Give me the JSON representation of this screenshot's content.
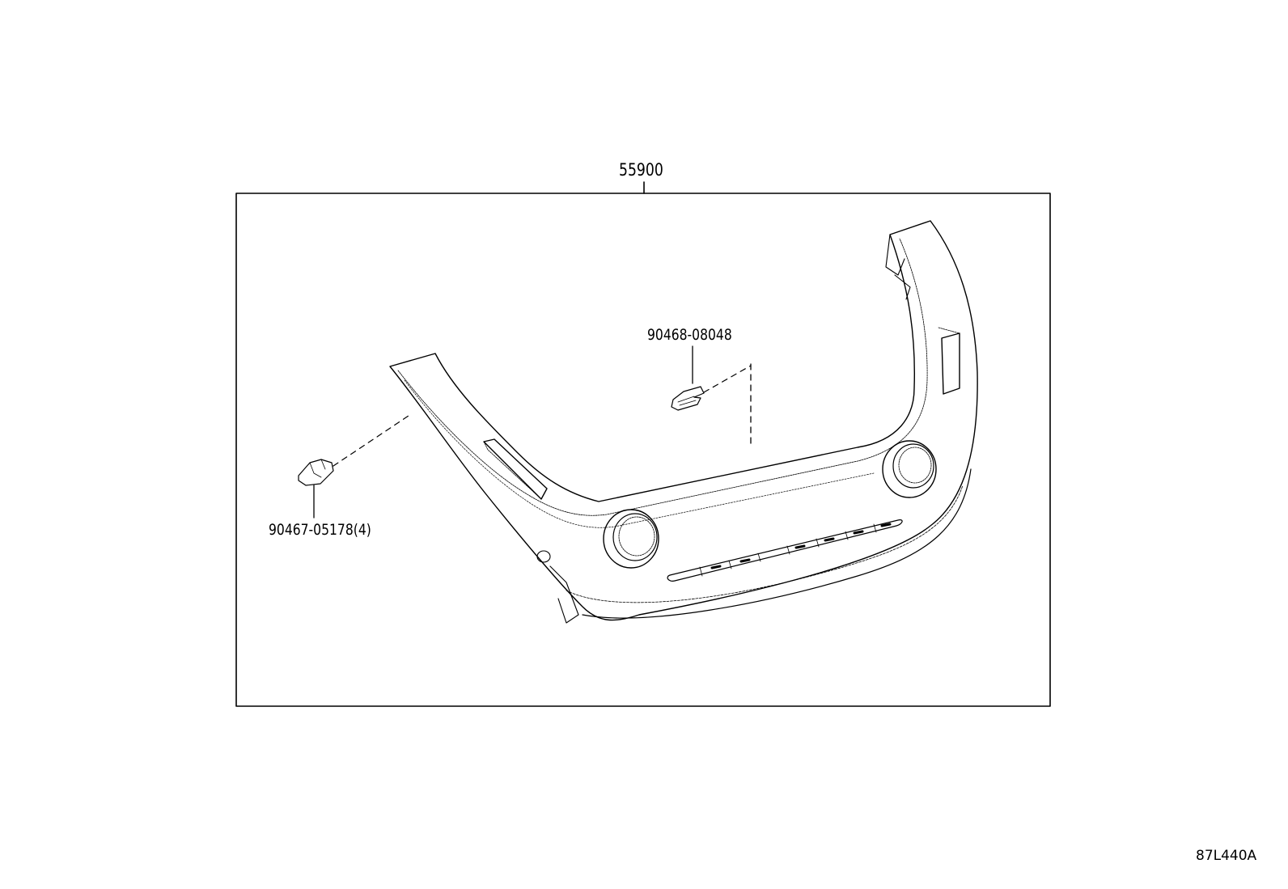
{
  "diagram": {
    "type": "parts-exploded-view",
    "frame_label": "55900",
    "callouts": [
      {
        "part_number": "90468-08048",
        "quantity": null,
        "label": "90468-08048"
      },
      {
        "part_number": "90467-05178",
        "quantity": 4,
        "label": "90467-05178(4)"
      }
    ],
    "illustration_code": "87L440A"
  },
  "colors": {
    "line": "#000000",
    "background": "#ffffff"
  }
}
